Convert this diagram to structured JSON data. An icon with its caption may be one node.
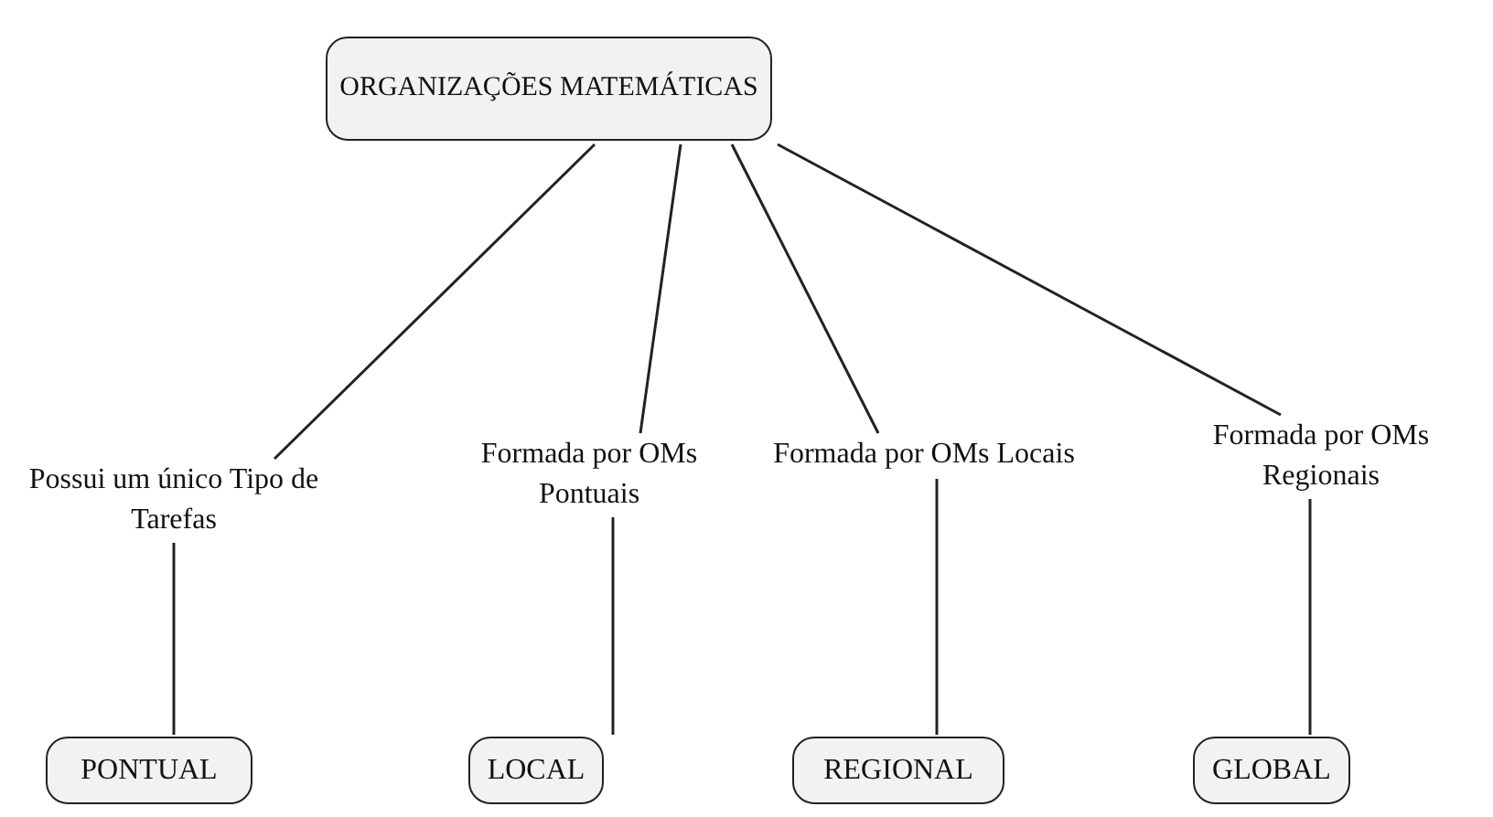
{
  "diagram": {
    "nodes": [
      {
        "text": [
          "ORGANIZAÇÕES MATEMÁTICAS"
        ]
      },
      {
        "text": [
          "Possui um único Tipo de Tarefas"
        ]
      },
      {
        "text": [
          "Formada por OMs Pontuais"
        ]
      },
      {
        "text": [
          "Formada por OMs Locais"
        ]
      },
      {
        "text": [
          "Formada por OMs Regionais"
        ]
      },
      {
        "text": [
          "PONTUAL"
        ]
      },
      {
        "text": [
          "LOCAL"
        ]
      },
      {
        "text": [
          "REGIONAL"
        ]
      },
      {
        "text": [
          "GLOBAL"
        ]
      }
    ],
    "edges": [
      {
        "from": 0,
        "to": 1,
        "arrow": "none"
      },
      {
        "from": 0,
        "to": 2,
        "arrow": "none"
      },
      {
        "from": 0,
        "to": 3,
        "arrow": "none"
      },
      {
        "from": 0,
        "to": 4,
        "arrow": "none"
      },
      {
        "from": 1,
        "to": 5,
        "arrow": "none"
      },
      {
        "from": 2,
        "to": 6,
        "arrow": "none"
      },
      {
        "from": 3,
        "to": 7,
        "arrow": "none"
      },
      {
        "from": 4,
        "to": 8,
        "arrow": "none"
      }
    ]
  }
}
